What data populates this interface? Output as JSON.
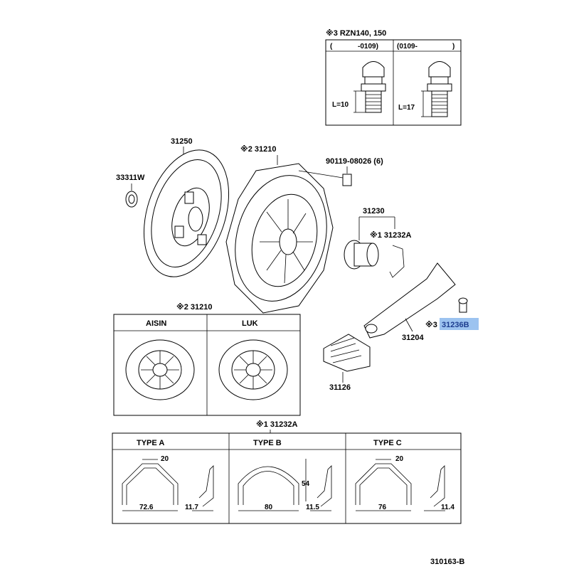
{
  "diagram": {
    "footer_code": "310163-B",
    "bolt_table": {
      "header": "※3 RZN140, 150",
      "col1_range_open": "(",
      "col1_range": "-0109)",
      "col2_range": "(0109-",
      "col2_range_close": ")",
      "col1_length": "L=10",
      "col2_length": "L=17"
    },
    "labels": {
      "disc": "31250",
      "bearing_small": "33311W",
      "cover_top": "※2 31210",
      "bolt": "90119-08026 (6)",
      "bearing_assy": "31230",
      "clip_top": "※1 31232A",
      "fork": "31204",
      "fork_bolt_prefix": "※3",
      "fork_bolt": "31236B",
      "boot": "31126",
      "cover_table_header": "※2 31210",
      "clip_table_header": "※1 31232A"
    },
    "cover_table": {
      "col1": "AISIN",
      "col2": "LUK"
    },
    "clip_types": [
      {
        "name": "TYPE  A",
        "top_dim": "20",
        "width": "72.6",
        "side": "11.7"
      },
      {
        "name": "TYPE  B",
        "height": "54",
        "width": "80",
        "side": "11.5"
      },
      {
        "name": "TYPE  C",
        "top_dim": "20",
        "width": "76",
        "side": "11.4"
      }
    ],
    "highlight_color": "#9cc3f0"
  }
}
